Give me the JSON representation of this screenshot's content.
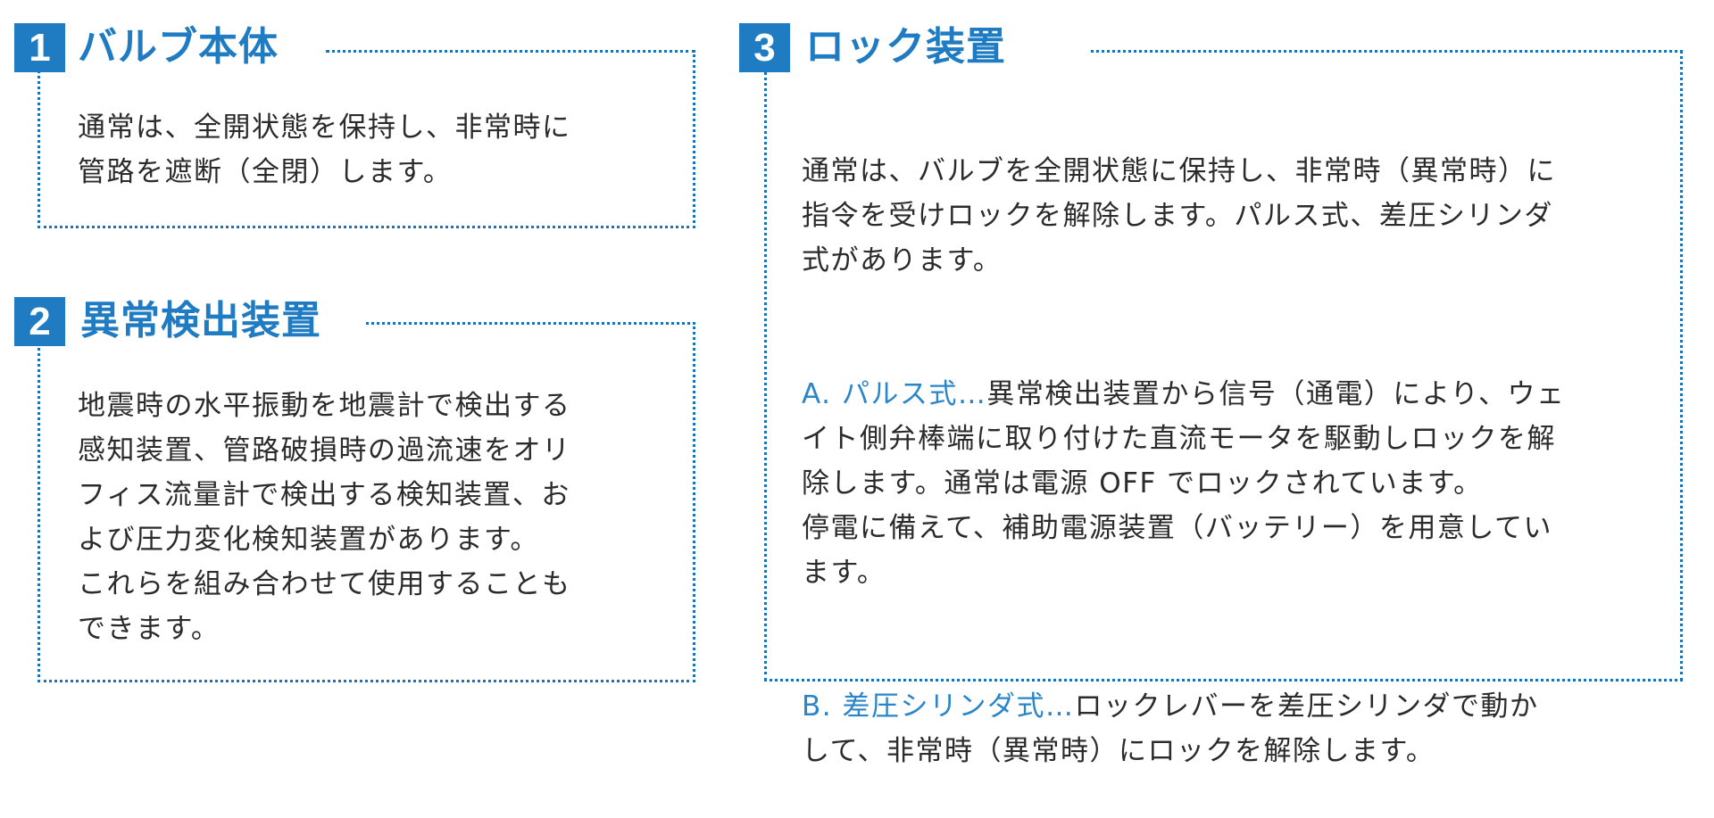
{
  "sections": [
    {
      "number": "1",
      "title": "バルブ本体",
      "body": "通常は、全開状態を保持し、非常時に\n管路を遮断（全閉）します。"
    },
    {
      "number": "2",
      "title": "異常検出装置",
      "body": "地震時の水平振動を地震計で検出する\n感知装置、管路破損時の過流速をオリ\nフィス流量計で検出する検知装置、お\nよび圧力変化検知装置があります。\nこれらを組み合わせて使用することも\nできます。"
    },
    {
      "number": "3",
      "title": "ロック装置",
      "intro": "通常は、バルブを全開状態に保持し、非常時（異常時）に\n指令を受けロックを解除します。パルス式、差圧シリンダ\n式があります。",
      "items": [
        {
          "label": "A. パルス式…",
          "text": "異常検出装置から信号（通電）により、ウェ\nイト側弁棒端に取り付けた直流モータを駆動しロックを解\n除します。通常は電源 OFF でロックされています。\n停電に備えて、補助電源装置（バッテリー）を用意してい\nます。"
        },
        {
          "label": "B. 差圧シリンダ式…",
          "text": "ロックレバーを差圧シリンダで動か\nして、非常時（異常時）にロックを解除します。"
        }
      ]
    }
  ],
  "colors": {
    "accent": "#1f7bc2",
    "sub_label": "#2a86c8",
    "border": "#1a72bb",
    "text": "#2b2b2b"
  }
}
